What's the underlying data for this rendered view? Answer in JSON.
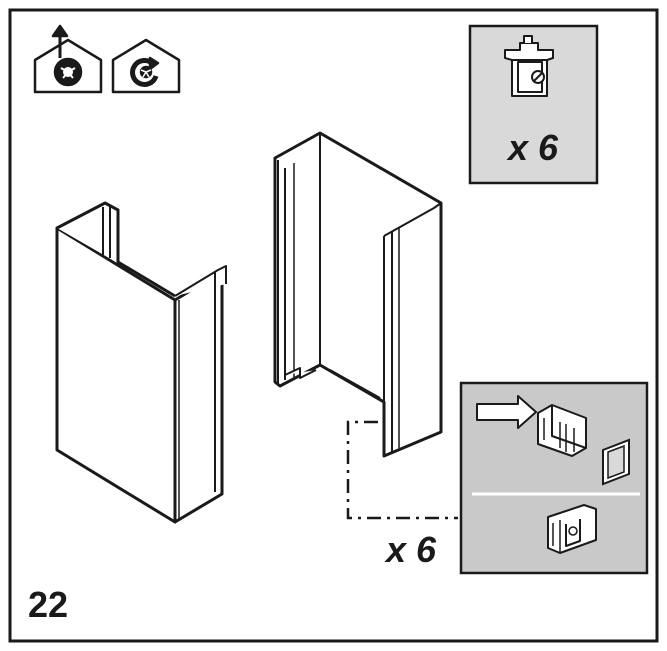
{
  "step": {
    "number": "22"
  },
  "parts_box": {
    "quantity_label": "x 6"
  },
  "clip_callout": {
    "quantity_label": "x 6"
  },
  "icons": {
    "mode_left": "ducted-exhaust-house-icon",
    "mode_right": "recirculation-house-icon"
  },
  "colors": {
    "outline": "#1a1a1a",
    "panel_gray": "#d9d9d9",
    "callout_gray": "#c9c9c9",
    "background": "#ffffff"
  }
}
